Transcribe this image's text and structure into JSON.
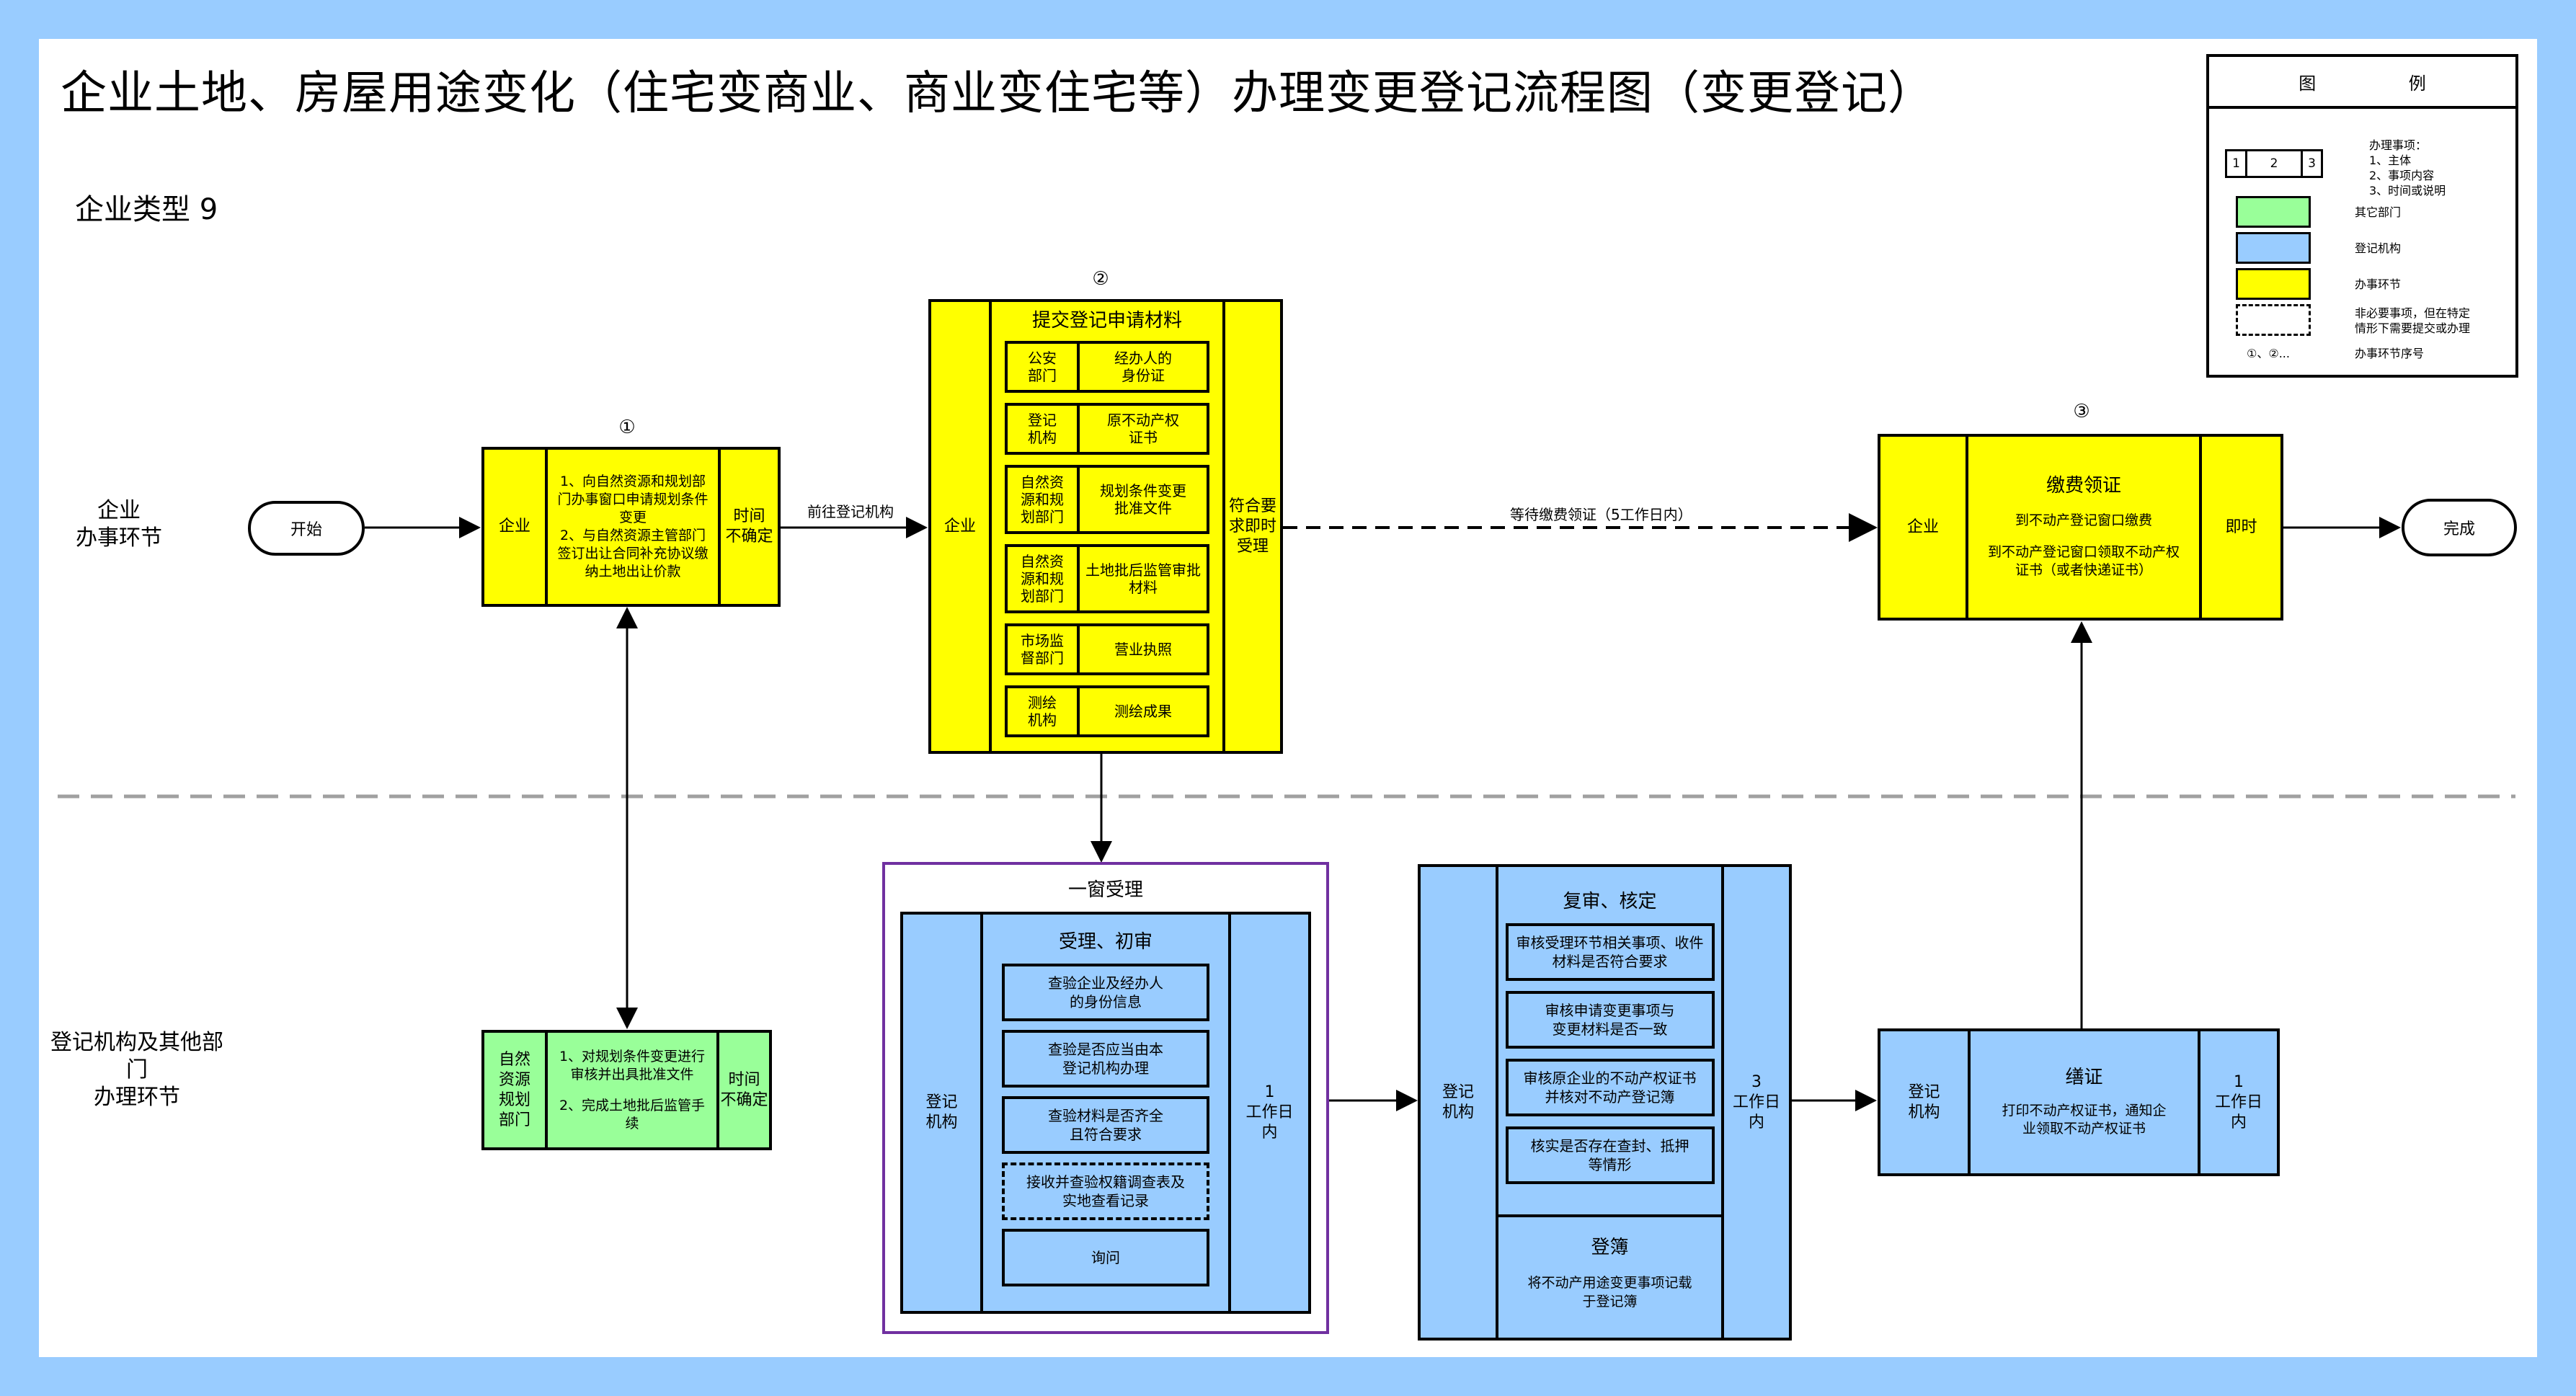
{
  "title": "企业土地、房屋用途变化（住宅变商业、商业变住宅等）办理变更登记流程图（变更登记）",
  "subtitle": "企业类型 9",
  "colors": {
    "frame": "#99CCFF",
    "enterprise_step": "#FFFF00",
    "registry": "#99CCFF",
    "other_dept": "#99FF99",
    "window_frame": "#7030A0",
    "divider": "#A0A0A0"
  },
  "lanes": {
    "top": "企业\n办事环节",
    "bottom": "登记机构及其他部门\n办理环节"
  },
  "terminals": {
    "start": "开始",
    "end": "完成"
  },
  "edges": {
    "to_registry": "前往登记机构",
    "wait_fee": "等待缴费领证（5工作日内）"
  },
  "steps": {
    "s1": {
      "number": "①",
      "actor": "企业",
      "content": "1、向自然资源和规划部门办事窗口申请规划条件变更\n2、与自然资源主管部门签订出让合同补充协议缴纳土地出让价款",
      "time": "时间\n不确定"
    },
    "s2": {
      "number": "②",
      "actor": "企业",
      "heading": "提交登记申请材料",
      "time": "符合要\n求即时\n受理",
      "materials": [
        {
          "source": "公安\n部门",
          "item": "经办人的\n身份证"
        },
        {
          "source": "登记\n机构",
          "item": "原不动产权\n证书"
        },
        {
          "source": "自然资\n源和规\n划部门",
          "item": "规划条件变更\n批准文件"
        },
        {
          "source": "自然资\n源和规\n划部门",
          "item": "土地批后监管审批\n材料"
        },
        {
          "source": "市场监\n督部门",
          "item": "营业执照"
        },
        {
          "source": "测绘\n机构",
          "item": "测绘成果"
        }
      ]
    },
    "s3": {
      "number": "③",
      "actor": "企业",
      "heading": "缴费领证",
      "lines": [
        "到不动产登记窗口缴费",
        "到不动产登记窗口领取不动产权证书（或者快递证书）"
      ],
      "time": "即时"
    },
    "planning": {
      "actor": "自然\n资源\n规划\n部门",
      "content": [
        "1、对规划条件变更进行审核并出具批准文件",
        "2、完成土地批后监管手续"
      ],
      "time": "时间\n不确定"
    },
    "window": {
      "frame_title": "一窗受理",
      "actor": "登记\n机构",
      "heading": "受理、初审",
      "time": "1\n工作日\n内",
      "checks": [
        {
          "text": "查验企业及经办人\n的身份信息",
          "optional": false
        },
        {
          "text": "查验是否应当由本\n登记机构办理",
          "optional": false
        },
        {
          "text": "查验材料是否齐全\n且符合要求",
          "optional": false
        },
        {
          "text": "接收并查验权籍调查表及\n实地查看记录",
          "optional": true
        },
        {
          "text": "询问",
          "optional": false
        }
      ]
    },
    "review": {
      "actor": "登记\n机构",
      "heading": "复审、核定",
      "time": "3\n工作日\n内",
      "checks": [
        "审核受理环节相关事项、收件材料是否符合要求",
        "审核申请变更事项与\n变更材料是否一致",
        "审核原企业的不动产权证书\n并核对不动产登记簿",
        "核实是否存在查封、抵押\n等情形"
      ],
      "record_heading": "登簿",
      "record_text": "将不动产用途变更事项记载\n于登记簿"
    },
    "certificate": {
      "actor": "登记\n机构",
      "heading": "缮证",
      "content": "打印不动产权证书，通知企\n业领取不动产权证书",
      "time": "1\n工作日\n内"
    }
  },
  "legend": {
    "title_left": "图",
    "title_right": "例",
    "sample_cells": [
      "1",
      "2",
      "3"
    ],
    "sample_desc": "办理事项：\n1、主体\n2、事项内容\n3、时间或说明",
    "other_dept": "其它部门",
    "registry": "登记机构",
    "enterprise_step": "办事环节",
    "optional": "非必要事项，但在特定\n情形下需要提交或办理",
    "numbering_sample": "①、②...",
    "numbering": "办事环节序号"
  }
}
